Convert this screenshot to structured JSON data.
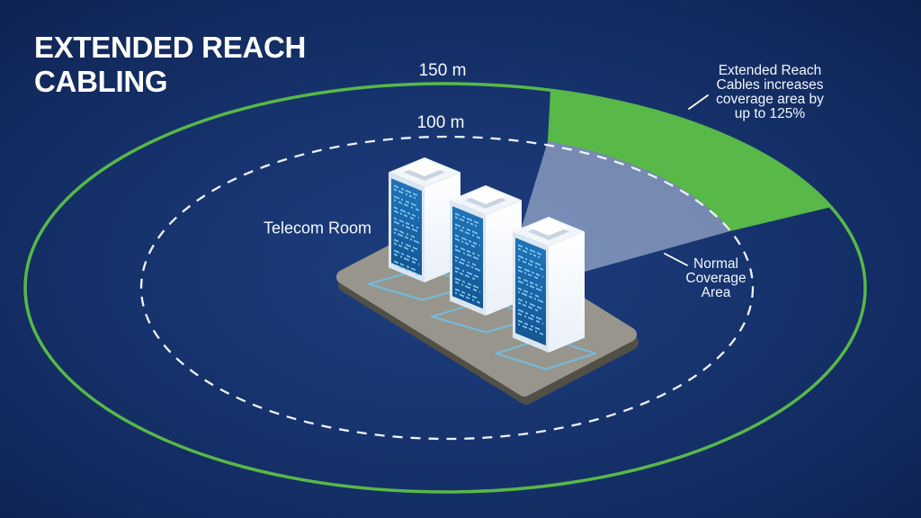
{
  "title_lines": [
    "EXTENDED REACH",
    "CABLING"
  ],
  "scene": {
    "room_label": "Telecom Room",
    "rack_count": 3,
    "rings": [
      {
        "label": "150 m",
        "style": "solid-green",
        "role": "extended-reach-boundary"
      },
      {
        "label": "100 m",
        "style": "dashed-white",
        "role": "normal-reach-boundary"
      }
    ],
    "annotations": {
      "extended": {
        "lines": [
          "Extended Reach",
          "Cables increases",
          "coverage area by",
          "up to 125%"
        ]
      },
      "normal": {
        "lines": [
          "Normal",
          "Coverage",
          "Area"
        ]
      }
    },
    "colors": {
      "accent_green": "#58b848",
      "ring_dash": "#eef3fb",
      "background_center": "#1d3c7b",
      "background_edge": "#0d1f4b",
      "rack_panel_blue": "#1d6db5",
      "rack_glyph_blue": "#86d2f4",
      "platform_gray": "#98968c",
      "marking_blue": "#6fc0e8",
      "beam_fill": "rgba(225,234,250,0.47)"
    }
  }
}
